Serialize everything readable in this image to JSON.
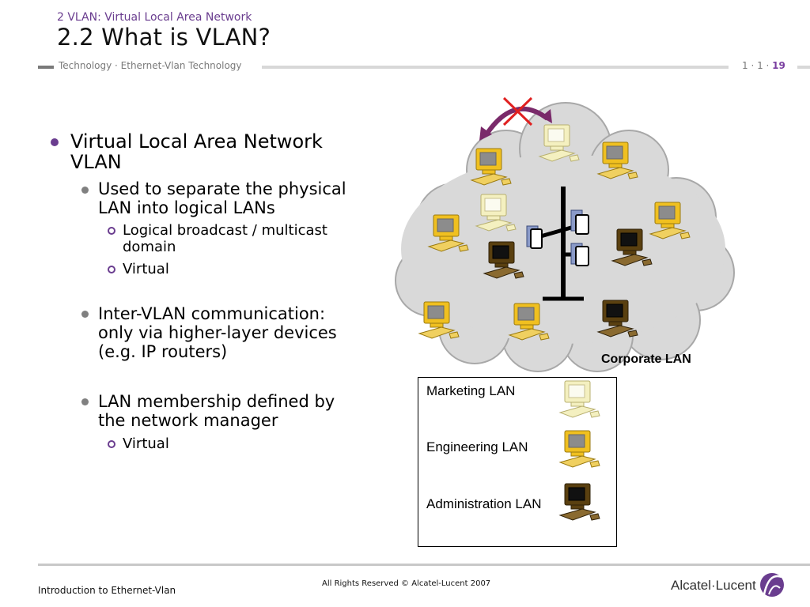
{
  "header": {
    "section": "2 VLAN: Virtual Local Area Network",
    "title": "2.2 What is VLAN?",
    "course": "Technology · Ethernet-Vlan Technology",
    "page_prefix": "1 · 1 · ",
    "page_number": "19"
  },
  "bullets": {
    "b1_line1": "Virtual Local Area Network",
    "b1_line2": "VLAN",
    "b1a_line1": "Used to separate the physical",
    "b1a_line2": "LAN into logical LANs",
    "b1a1_line1": "Logical broadcast / multicast",
    "b1a1_line2": "domain",
    "b1a2": "Virtual",
    "b1b_line1": "Inter-VLAN communication:",
    "b1b_line2": "only via higher-layer devices",
    "b1b_line3": "(e.g. IP routers)",
    "b1c_line1": "LAN membership defined by",
    "b1c_line2": "the network manager",
    "b1c1": "Virtual"
  },
  "diagram": {
    "corporate_label": "Corporate LAN",
    "legend": {
      "marketing": "Marketing LAN",
      "engineering": "Engineering LAN",
      "administration": "Administration LAN"
    },
    "colors": {
      "marketing": "#f4f0c0",
      "engineering": "#f0c020",
      "administration": "#5a4010",
      "cloud": "#d9d9d9",
      "arrow": "#7a2a6a",
      "cross": "#e02020"
    }
  },
  "footer": {
    "left": "Introduction to Ethernet-Vlan",
    "center": "All Rights Reserved © Alcatel-Lucent 2007",
    "logo": "Alcatel·Lucent"
  }
}
